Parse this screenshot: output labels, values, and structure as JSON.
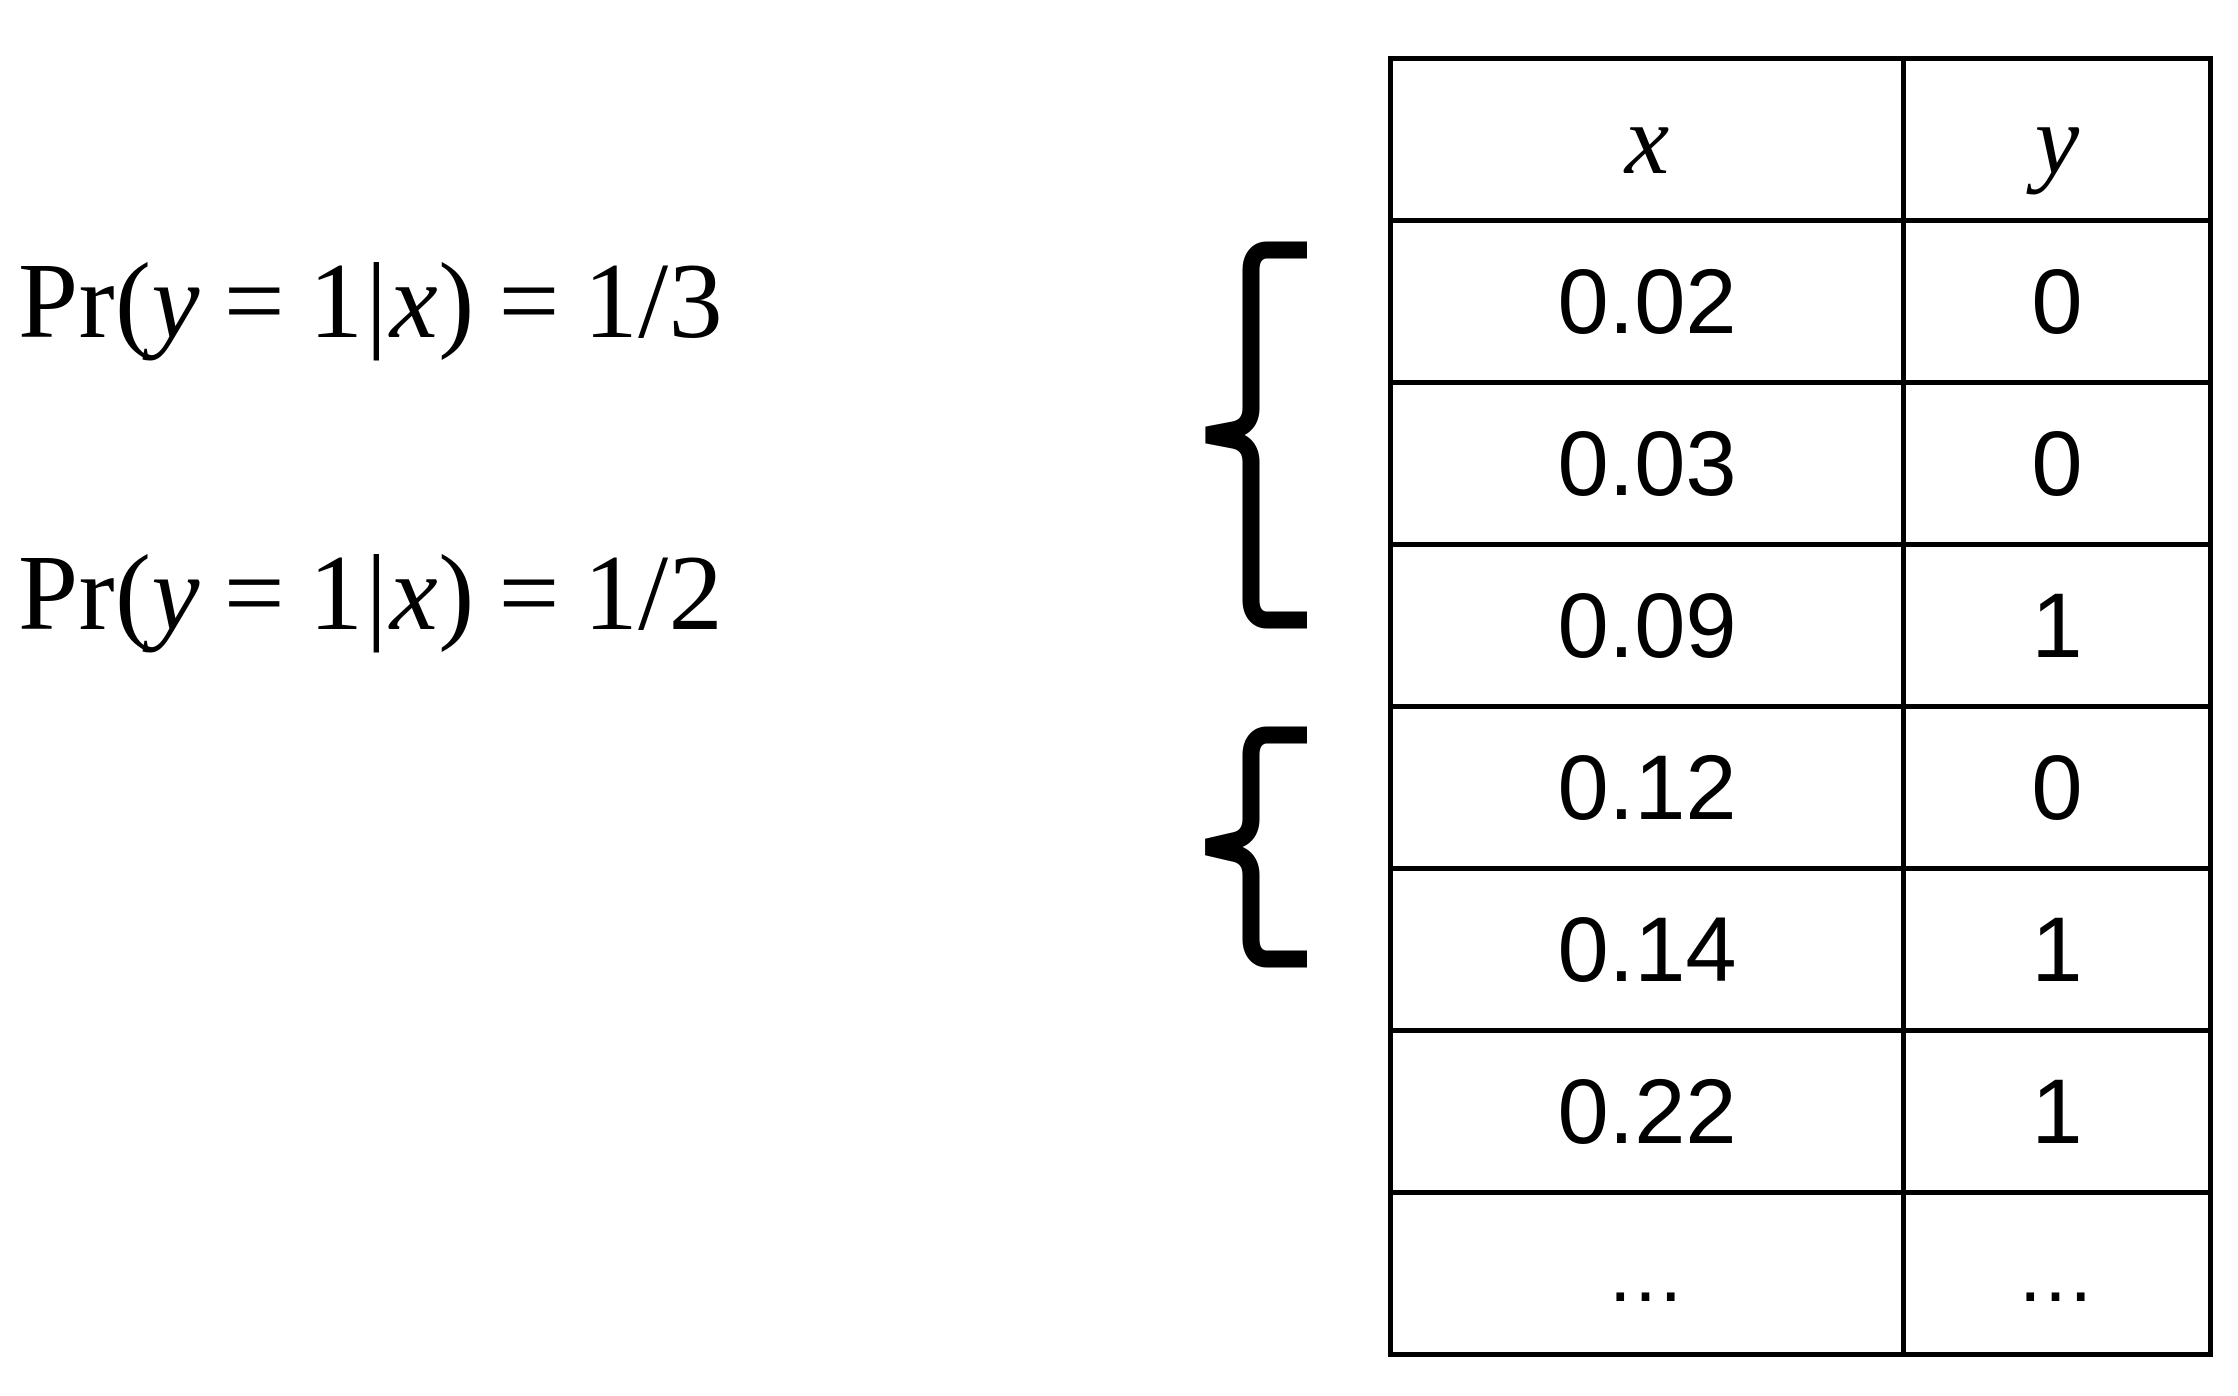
{
  "figure": {
    "type": "annotated-data-table",
    "background_color": "#ffffff",
    "ink_color": "#000000"
  },
  "annotations": [
    {
      "id": "group-1",
      "expression_parts": {
        "function": "Pr",
        "open_paren": "(",
        "response_var": "y",
        "equals_1": "=",
        "value_1": "1",
        "given_bar": "|",
        "conditioning_var": "x",
        "close_paren": ")",
        "equals_2": "=",
        "probability": "1/3"
      },
      "full_text": "Pr(y = 1|x) = 1/3",
      "brace": "left-curly-brace",
      "covers_rows": [
        1,
        2,
        3
      ]
    },
    {
      "id": "group-2",
      "expression_parts": {
        "function": "Pr",
        "open_paren": "(",
        "response_var": "y",
        "equals_1": "=",
        "value_1": "1",
        "given_bar": "|",
        "conditioning_var": "x",
        "close_paren": ")",
        "equals_2": "=",
        "probability": "1/2"
      },
      "full_text": "Pr(y = 1|x) = 1/2",
      "brace": "left-curly-brace",
      "covers_rows": [
        4,
        5
      ]
    }
  ],
  "table": {
    "headers": [
      "x",
      "y"
    ],
    "rows": [
      {
        "x": "0.02",
        "y": "0"
      },
      {
        "x": "0.03",
        "y": "0"
      },
      {
        "x": "0.09",
        "y": "1"
      },
      {
        "x": "0.12",
        "y": "0"
      },
      {
        "x": "0.14",
        "y": "1"
      },
      {
        "x": "0.22",
        "y": "1"
      },
      {
        "x": "...",
        "y": "..."
      }
    ]
  },
  "chart_data": {
    "type": "table",
    "title": "",
    "columns": [
      "x",
      "y"
    ],
    "x": [
      0.02,
      0.03,
      0.09,
      0.12,
      0.14,
      0.22
    ],
    "y": [
      0,
      0,
      1,
      0,
      1,
      1
    ],
    "annotations": [
      {
        "label": "Pr(y = 1|x) = 1/3",
        "rows": [
          1,
          2,
          3
        ],
        "value": 0.3333
      },
      {
        "label": "Pr(y = 1|x) = 1/2",
        "rows": [
          4,
          5
        ],
        "value": 0.5
      }
    ],
    "truncated": true,
    "truncation_marker": "..."
  }
}
